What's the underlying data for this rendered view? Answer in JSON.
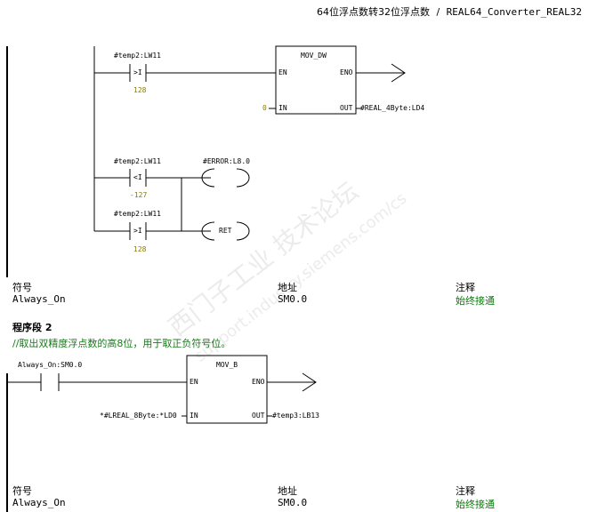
{
  "header": {
    "title": "64位浮点数转32位浮点数",
    "separator": "/",
    "block_name": "REAL64_Converter_REAL32"
  },
  "network1": {
    "contact1": {
      "address": "#temp2:LW11",
      "op": ">I",
      "value": "128"
    },
    "movdw": {
      "name": "MOV_DW",
      "en": "EN",
      "eno": "ENO",
      "in": "IN",
      "out": "OUT",
      "in_value": "0",
      "out_value": "#REAL_4Byte:LD4"
    },
    "contact2": {
      "address": "#temp2:LW11",
      "op": "<I",
      "value": "-127"
    },
    "coil1": {
      "address": "#ERROR:L8.0",
      "symbol": "( )"
    },
    "contact3": {
      "address": "#temp2:LW11",
      "op": ">I",
      "value": "128"
    },
    "coil2": {
      "symbol": "RET"
    }
  },
  "symbol_table1": {
    "col_symbol": "符号",
    "col_address": "地址",
    "col_comment": "注释",
    "symbol": "Always_On",
    "address": "SM0.0",
    "comment": "始终接通"
  },
  "network2": {
    "title": "程序段 2",
    "comment": "//取出双精度浮点数的高8位，用于取正负符号位。",
    "contact": {
      "address": "Always_On:SM0.0"
    },
    "movb": {
      "name": "MOV_B",
      "en": "EN",
      "eno": "ENO",
      "in": "IN",
      "out": "OUT",
      "in_value": "*#LREAL_8Byte:*LD0",
      "out_value": "#temp3:LB13"
    }
  },
  "symbol_table2": {
    "col_symbol": "符号",
    "col_address": "地址",
    "col_comment": "注释",
    "symbol": "Always_On",
    "address": "SM0.0",
    "comment": "始终接通"
  },
  "watermark": {
    "line1": "西门子工业  技术论坛",
    "line2": "support.industry.siemens.com/cs"
  },
  "colors": {
    "wire": "#000000",
    "value_gold": "#8a7a00",
    "comment_green": "#0a7a0a"
  }
}
